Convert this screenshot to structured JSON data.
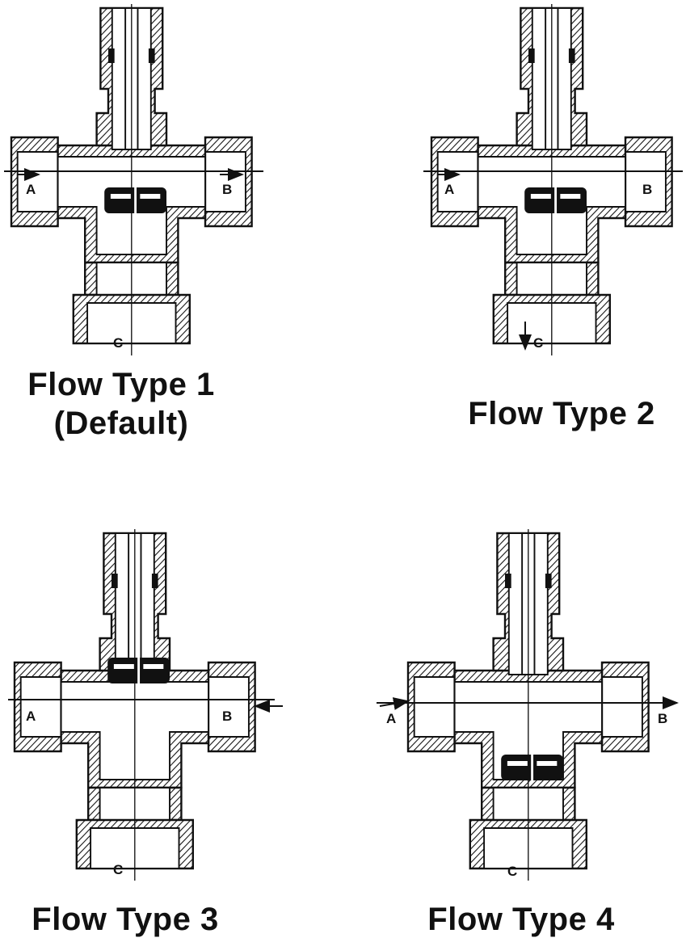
{
  "captions": {
    "type1_line1": "Flow Type 1",
    "type1_line2": "(Default)",
    "type2": "Flow Type 2",
    "type3": "Flow Type 3",
    "type4": "Flow Type 4"
  },
  "ports": {
    "a": "A",
    "b": "B",
    "c": "C"
  },
  "colors": {
    "ink": "#111111",
    "background": "#ffffff"
  }
}
